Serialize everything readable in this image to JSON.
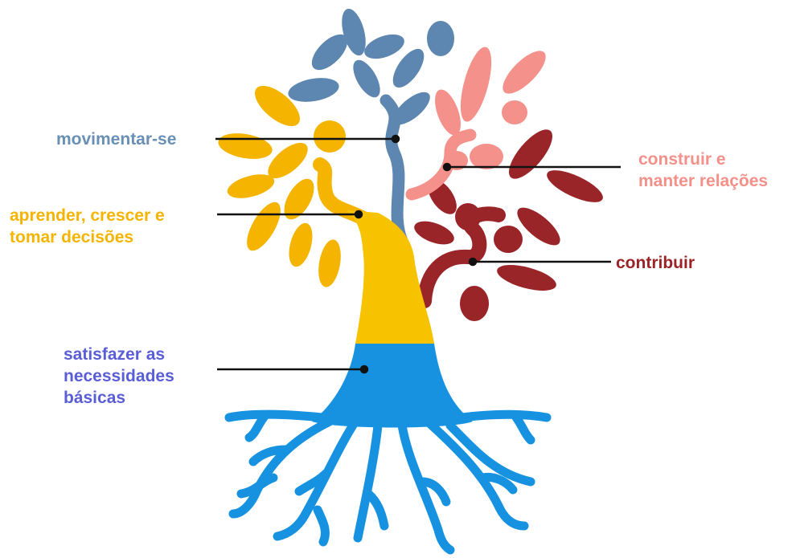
{
  "diagram": {
    "labels": {
      "move": "movimentar-se",
      "relate_1": "construir e",
      "relate_2": "manter relações",
      "learn_1": "aprender, crescer e",
      "learn_2": "tomar decisões",
      "contribute": "contribuir",
      "basic_1": "satisfazer as",
      "basic_2": "necessidades",
      "basic_3": "básicas"
    },
    "colors": {
      "move": "#6a8fb4",
      "relate": "#f4908a",
      "learn": "#f4b400",
      "contribute": "#9b2226",
      "basic": "#5a5ed6",
      "trunk_upper": "#f7c200",
      "trunk_lower": "#1692e0",
      "blue_branch": "#5d86b0",
      "pink_branch": "#f4918a",
      "red_branch": "#9a2529",
      "connector": "#111111"
    }
  }
}
